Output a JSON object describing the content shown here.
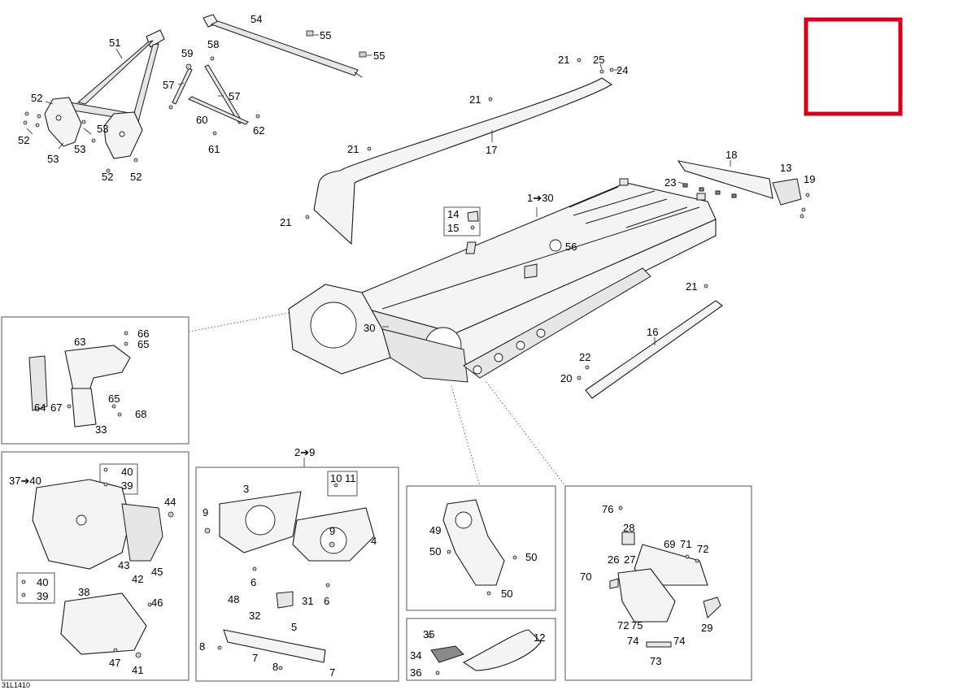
{
  "diagram_code": "31L1410",
  "highlight_box_color": "#d6001c",
  "callouts": {
    "c51": "51",
    "c52a": "52",
    "c52b": "52",
    "c52c": "52",
    "c52d": "52",
    "c53a": "53",
    "c53b": "53",
    "c53c": "53",
    "c54": "54",
    "c55a": "55",
    "c55b": "55",
    "c58": "58",
    "c59": "59",
    "c57a": "57",
    "c57b": "57",
    "c60": "60",
    "c61": "61",
    "c62": "62",
    "c21a": "21",
    "c21b": "21",
    "c21c": "21",
    "c21d": "21",
    "c21e": "21",
    "c25": "25",
    "c24": "24",
    "c17": "17",
    "c18": "18",
    "c13": "13",
    "c19": "19",
    "c23": "23",
    "c1to30": "1➔30",
    "c14": "14",
    "c15": "15",
    "c56": "56",
    "c30": "30",
    "c16": "16",
    "c22": "22",
    "c20": "20",
    "c63": "63",
    "c66": "66",
    "c65a": "65",
    "c65b": "65",
    "c64": "64",
    "c67": "67",
    "c68": "68",
    "c33": "33",
    "c37to40": "37➔40",
    "c40a": "40",
    "c39a": "39",
    "c44": "44",
    "c43": "43",
    "c42": "42",
    "c45": "45",
    "c40b": "40",
    "c39b": "39",
    "c38": "38",
    "c46": "46",
    "c47": "47",
    "c41": "41",
    "c2to9": "2➔9",
    "c3": "3",
    "c10": "10",
    "c11": "11",
    "c9a": "9",
    "c9b": "9",
    "c4": "4",
    "c6a": "6",
    "c6b": "6",
    "c48": "48",
    "c31": "31",
    "c32": "32",
    "c5": "5",
    "c8a": "8",
    "c7a": "7",
    "c8b": "8",
    "c7b": "7",
    "c49": "49",
    "c50a": "50",
    "c50b": "50",
    "c50c": "50",
    "c35": "35",
    "c12": "12",
    "c34": "34",
    "c36": "36",
    "c76": "76",
    "c28": "28",
    "c26": "26",
    "c27": "27",
    "c69": "69",
    "c71": "71",
    "c72a": "72",
    "c70": "70",
    "c72b": "72",
    "c75": "75",
    "c29": "29",
    "c74a": "74",
    "c74b": "74",
    "c73": "73"
  }
}
